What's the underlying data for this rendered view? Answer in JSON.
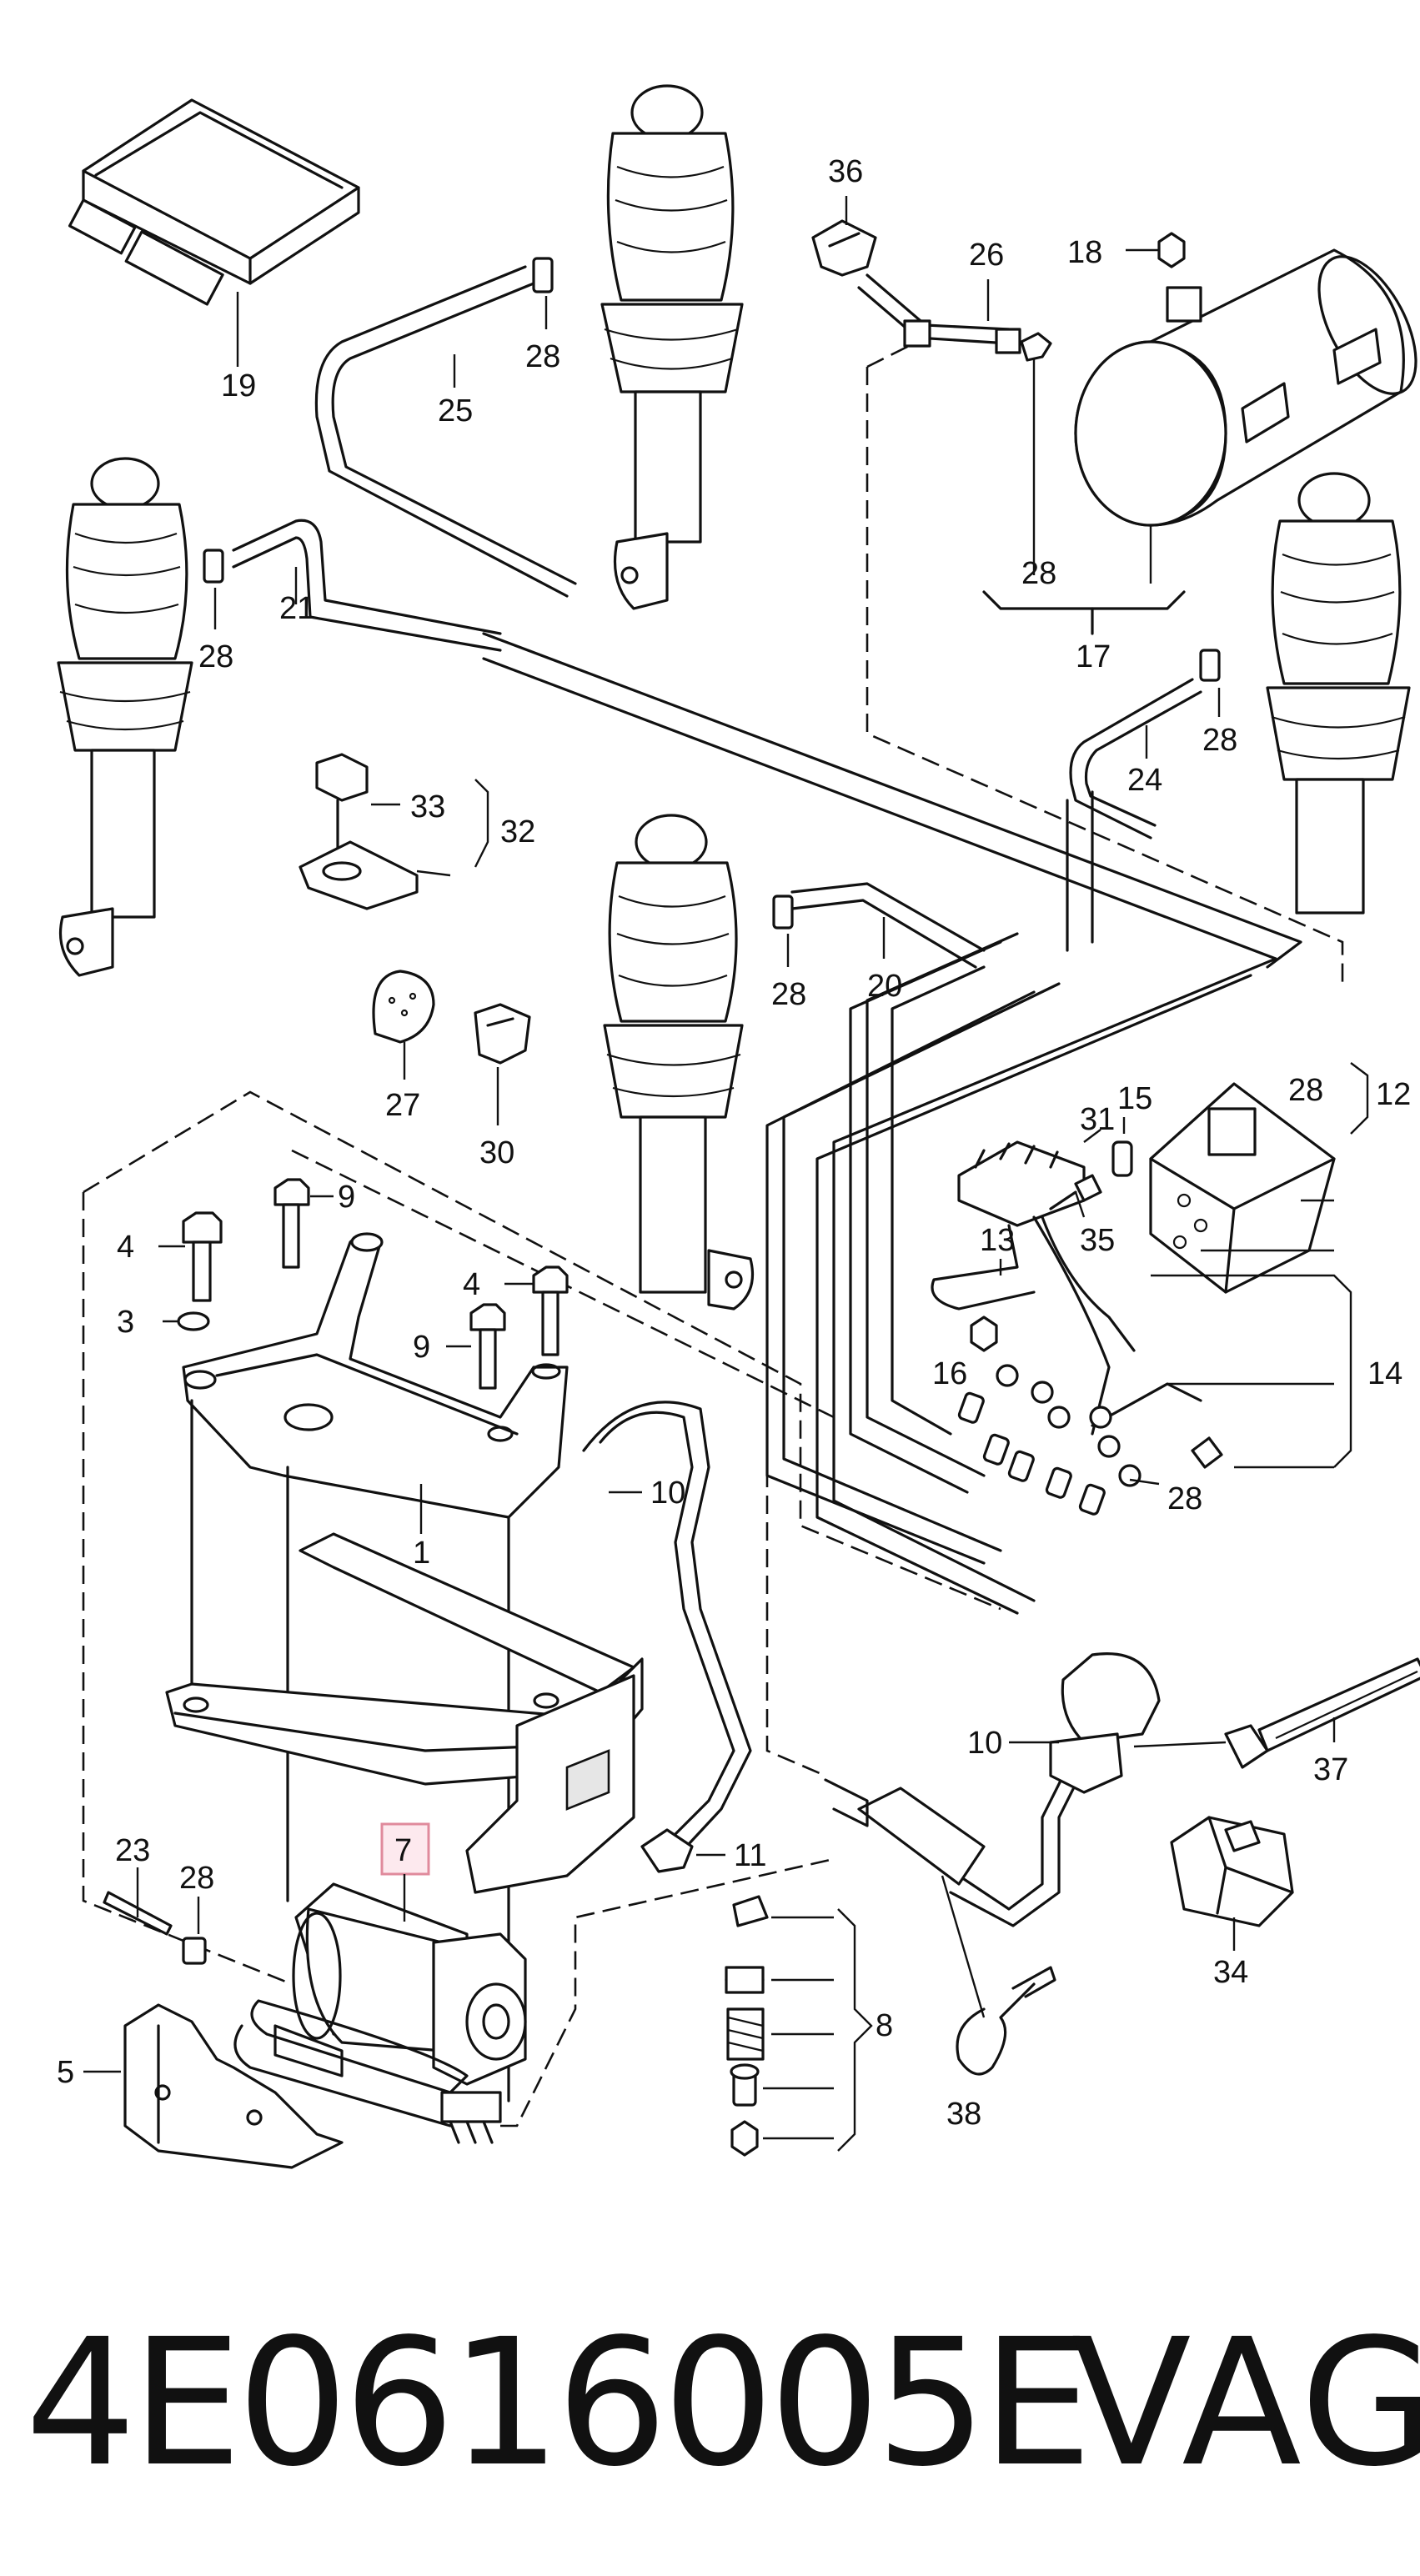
{
  "diagram": {
    "callouts": {
      "c1": "1",
      "c3": "3",
      "c4a": "4",
      "c4b": "4",
      "c5": "5",
      "c7": "7",
      "c8": "8",
      "c9a": "9",
      "c9b": "9",
      "c10a": "10",
      "c10b": "10",
      "c11": "11",
      "c12": "12",
      "c13": "13",
      "c14": "14",
      "c15": "15",
      "c16": "16",
      "c17": "17",
      "c18": "18",
      "c19": "19",
      "c20": "20",
      "c21": "21",
      "c23": "23",
      "c24": "24",
      "c25": "25",
      "c26": "26",
      "c27": "27",
      "c28a": "28",
      "c28b": "28",
      "c28c": "28",
      "c28d": "28",
      "c28e": "28",
      "c28f": "28",
      "c28g": "28",
      "c28h": "28",
      "c30": "30",
      "c31": "31",
      "c32": "32",
      "c33": "33",
      "c34": "34",
      "c35": "35",
      "c36": "36",
      "c37": "37",
      "c38": "38"
    },
    "highlight_color": "#e08a9c"
  },
  "footer": {
    "part_number": "4E0616005E",
    "brand": "VAG"
  }
}
